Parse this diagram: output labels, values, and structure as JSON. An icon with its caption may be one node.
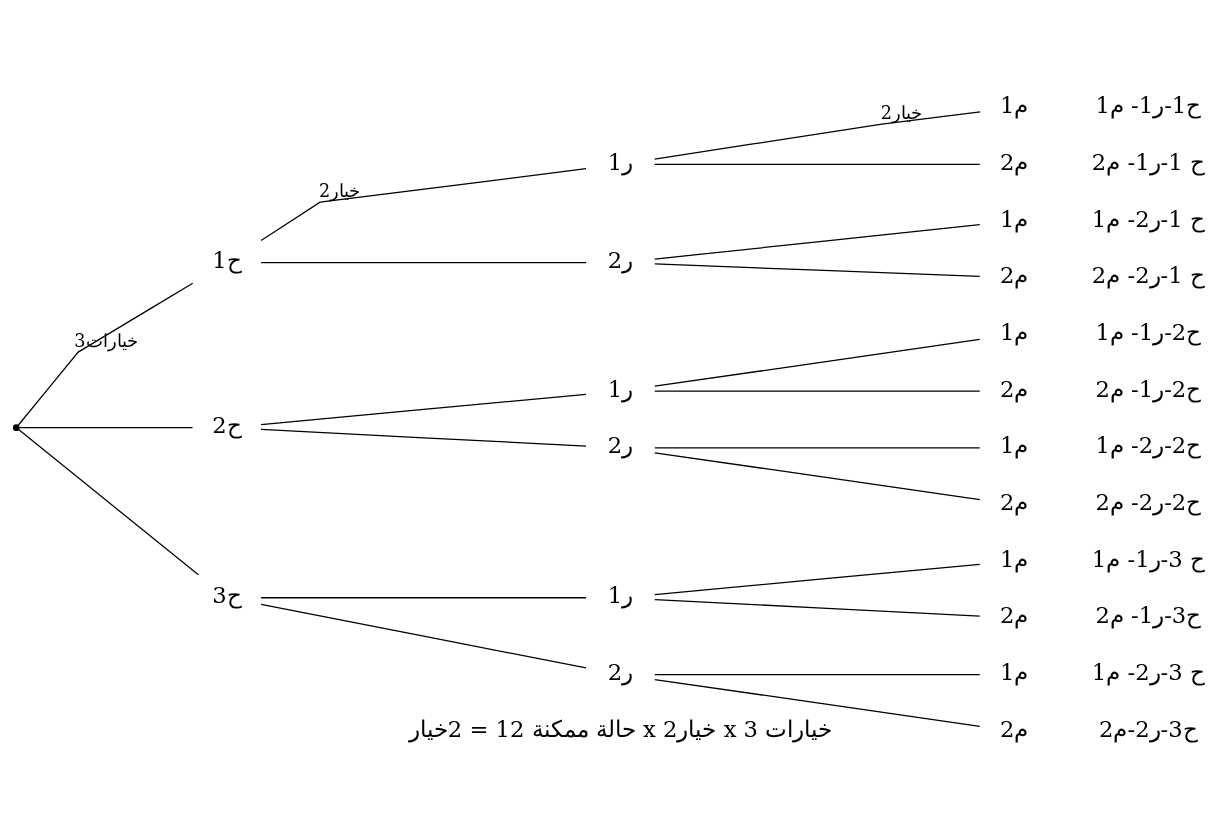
{
  "diagram": {
    "nodes": [
      {
        "text": [],
        "shape": "point"
      },
      {
        "text": [
          "ح1"
        ]
      },
      {
        "text": [
          "ر1"
        ]
      },
      {
        "text": [
          "م1"
        ],
        "beside": [
          "ح1-ر1- م1"
        ]
      },
      {
        "text": [
          "م2"
        ],
        "beside": [
          "ح 1-ر1- م2"
        ]
      },
      {
        "text": [
          "ر2"
        ]
      },
      {
        "text": [
          "م1"
        ],
        "beside": [
          "ح 1-ر2- م1"
        ]
      },
      {
        "text": [
          "م2"
        ],
        "beside": [
          "ح 1-ر2- م2"
        ]
      },
      {
        "text": [
          "ح2"
        ]
      },
      {
        "text": [
          "ر1"
        ]
      },
      {
        "text": [
          "م1"
        ],
        "beside": [
          "ح2-ر1- م1"
        ]
      },
      {
        "text": [
          "م2"
        ],
        "beside": [
          "ح2-ر1- م2"
        ]
      },
      {
        "text": [
          "ر2"
        ]
      },
      {
        "text": [
          "م1"
        ],
        "beside": [
          "ح2-ر2- م1"
        ]
      },
      {
        "text": [
          "م2"
        ],
        "beside": [
          "ح2-ر2- م2"
        ]
      },
      {
        "text": [
          "ح3"
        ]
      },
      {
        "text": [
          "ر1"
        ]
      },
      {
        "text": [
          "م1"
        ],
        "beside": [
          "ح 3-ر1- م1"
        ]
      },
      {
        "text": [
          "م2"
        ],
        "beside": [
          "ح3-ر1- م2"
        ]
      },
      {
        "text": [
          "ر2"
        ]
      },
      {
        "text": [
          "م1"
        ],
        "beside": [
          "ح 3-ر2- م1"
        ]
      },
      {
        "text": [
          "م2"
        ],
        "beside": [
          "ح3-ر2-م2"
        ]
      }
    ],
    "edges": [
      {
        "from": 0,
        "to": 1,
        "arrow": "none",
        "label": "3خيارات"
      },
      {
        "from": 0,
        "to": 8,
        "arrow": "none"
      },
      {
        "from": 0,
        "to": 15,
        "arrow": "none"
      },
      {
        "from": 1,
        "to": 2,
        "arrow": "none",
        "label": "2خيار"
      },
      {
        "from": 1,
        "to": 5,
        "arrow": "none"
      },
      {
        "from": 8,
        "to": 9,
        "arrow": "none"
      },
      {
        "from": 8,
        "to": 12,
        "arrow": "none"
      },
      {
        "from": 15,
        "to": 16,
        "arrow": "none"
      },
      {
        "from": 15,
        "to": 19,
        "arrow": "none"
      },
      {
        "from": 2,
        "to": 3,
        "arrow": "none",
        "label": "2خيار"
      },
      {
        "from": 2,
        "to": 4,
        "arrow": "none"
      },
      {
        "from": 5,
        "to": 6,
        "arrow": "none"
      },
      {
        "from": 5,
        "to": 7,
        "arrow": "none"
      },
      {
        "from": 9,
        "to": 10,
        "arrow": "none"
      },
      {
        "from": 9,
        "to": 11,
        "arrow": "none"
      },
      {
        "from": 12,
        "to": 13,
        "arrow": "none"
      },
      {
        "from": 12,
        "to": 14,
        "arrow": "none"
      },
      {
        "from": 16,
        "to": 17,
        "arrow": "none"
      },
      {
        "from": 16,
        "to": 18,
        "arrow": "none"
      },
      {
        "from": 19,
        "to": 20,
        "arrow": "none"
      },
      {
        "from": 19,
        "to": 21,
        "arrow": "none"
      }
    ],
    "labels": [
      "حالة ممكنة 12 = 2خيار x 2خيار x 3 خيارات"
    ]
  }
}
